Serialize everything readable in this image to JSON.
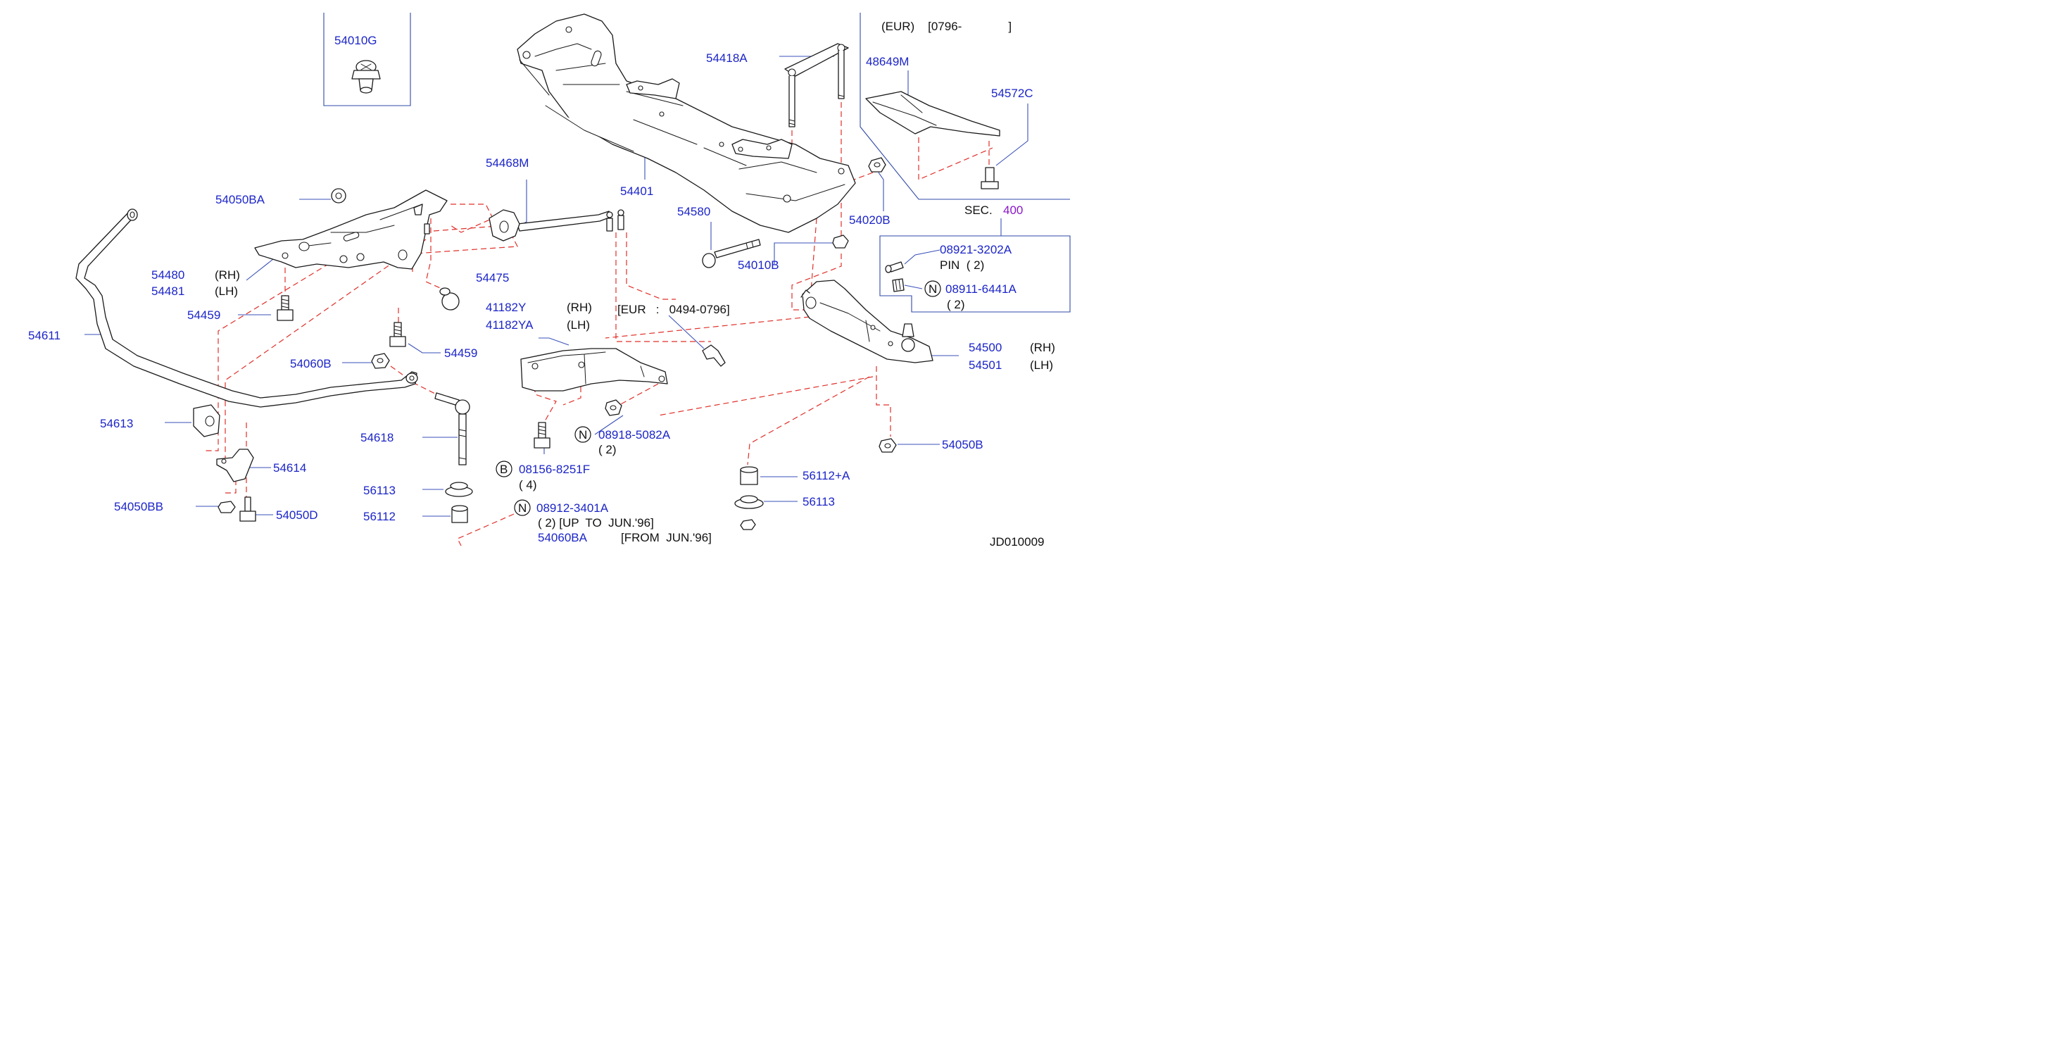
{
  "colors": {
    "part_number": "#1c25c8",
    "note_text": "#111111",
    "section_link": "#8a17c8",
    "leader_line": "#3a52b8",
    "reference_dash": "#e0302a",
    "frame": "#2f4aa8"
  },
  "callouts": {
    "p54010G": "54010G",
    "p54418A": "54418A",
    "p48649M": "48649M",
    "p54572C": "54572C",
    "p54468M": "54468M",
    "p54401": "54401",
    "p54050BA": "54050BA",
    "p54580": "54580",
    "p54020B": "54020B",
    "p54010B": "54010B",
    "p54480": "54480",
    "p54481": "54481",
    "p54475": "54475",
    "p54459a": "54459",
    "p54459b": "54459",
    "p41182Y": "41182Y",
    "p41182YA": "41182YA",
    "p54611": "54611",
    "p54060B": "54060B",
    "p54613": "54613",
    "p54618": "54618",
    "p54614": "54614",
    "p56113a": "56113",
    "p56112a": "56112",
    "p54050BB": "54050BB",
    "p54050D": "54050D",
    "p08918": "08918-5082A",
    "p08156": "08156-8251F",
    "p08912": "08912-3401A",
    "p54060BA": "54060BA",
    "p08921": "08921-3202A",
    "p08911": "08911-6441A",
    "p54500": "54500",
    "p54501": "54501",
    "p54050B": "54050B",
    "p56112A": "56112+A",
    "p56113b": "56113",
    "sec_number": "400"
  },
  "notes": {
    "eur_range": "(EUR)    [0796-              ]",
    "rh_54480": "(RH)",
    "lh_54481": "(LH)",
    "rh_41182Y": "(RH)",
    "lh_41182YA": "(LH)",
    "eur_0494": "[EUR   :   0494-0796]",
    "qty_08918": "( 2)",
    "qty_08156": "( 4)",
    "qty_08912": "( 2) [UP  TO  JUN.'96]",
    "from_jun96": "[FROM  JUN.'96]",
    "sec_label": "SEC.",
    "pin_qty": "PIN  ( 2)",
    "qty_08911": "( 2)",
    "rh_54500": "(RH)",
    "lh_54501": "(LH)",
    "diagram_id": "JD010009"
  },
  "markers": {
    "n": "N",
    "b": "B"
  }
}
